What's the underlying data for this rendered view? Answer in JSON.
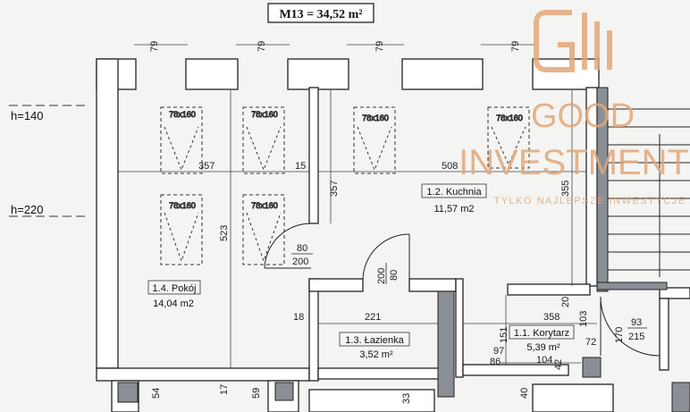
{
  "title": "M13 = 34,52 m²",
  "height_labels": [
    "h=140",
    "h=220"
  ],
  "rooms": [
    {
      "id": "pokoj",
      "name": "1.4. Pokój",
      "area": "14,04 m2"
    },
    {
      "id": "kuchnia",
      "name": "1.2. Kuchnia",
      "area": "11,57 m2"
    },
    {
      "id": "lazienka",
      "name": "1.3. Łazienka",
      "area": "3,52 m²"
    },
    {
      "id": "korytarz",
      "name": "1.1. Korytarz",
      "area": "5,39 m²"
    }
  ],
  "windows": [
    "78x160",
    "78x160",
    "78x160",
    "78x160",
    "78x160",
    "78x160"
  ],
  "dimensions": {
    "top": [
      "79",
      "79",
      "79",
      "79"
    ],
    "d357": "357",
    "d15": "15",
    "d508": "508",
    "d357v": "357",
    "d523": "523",
    "d355": "355",
    "door1_w": "80",
    "door1_h": "200",
    "door2_w": "80",
    "door2_h": "200",
    "d18": "18",
    "d221": "221",
    "d358": "358",
    "d20": "20",
    "d103": "103",
    "d170": "170",
    "door3_w": "93",
    "door3_h": "215",
    "d151": "151",
    "d97": "97",
    "d86": "86",
    "d72": "72",
    "d104": "104",
    "d42": "42",
    "d54": "54",
    "d17": "17",
    "d59": "59",
    "d33": "33",
    "d40": "40"
  },
  "logo": {
    "line1": "GOOD",
    "line2": "INVESTMENT",
    "tagline": "TYLKO NAJLEPSZE INWESTYCJE",
    "color": "#e2a77a"
  }
}
